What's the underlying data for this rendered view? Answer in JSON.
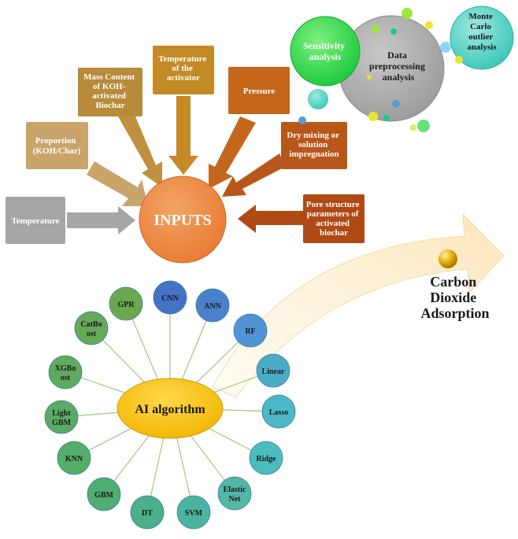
{
  "inputs": {
    "center_label": "INPUTS",
    "boxes": [
      {
        "id": "temperature",
        "lines": [
          "Temperature"
        ],
        "color": "#a6a6a6",
        "arrow_color": "#a6a6a6"
      },
      {
        "id": "proportion",
        "lines": [
          "Proportion",
          "(KOH/Char)"
        ],
        "color": "#c9a56b",
        "arrow_color": "#c9a56b"
      },
      {
        "id": "mass-content",
        "lines": [
          "Mass Content",
          "of KOH-",
          "activated",
          "Biochar"
        ],
        "color": "#b88a3a",
        "arrow_color": "#c09040"
      },
      {
        "id": "temperature-activator",
        "lines": [
          "Temperature",
          "of the",
          "activator"
        ],
        "color": "#c48a25",
        "arrow_color": "#c48a25"
      },
      {
        "id": "pressure",
        "lines": [
          "Pressure"
        ],
        "color": "#c4661c",
        "arrow_color": "#c4661c"
      },
      {
        "id": "dry-mixing",
        "lines": [
          "Dry mixing or",
          "solution",
          "impregnation"
        ],
        "color": "#b9561a",
        "arrow_color": "#b9561a"
      },
      {
        "id": "pore-structure",
        "lines": [
          "Pore structure",
          "parameters of",
          "activated",
          "biochar"
        ],
        "color": "#b04a14",
        "arrow_color": "#b04a14"
      }
    ]
  },
  "analysis": {
    "data_preprocessing": [
      "Data",
      "preprocessing",
      "analysis"
    ],
    "sensitivity": [
      "Sensitivity",
      "analysis"
    ],
    "monte_carlo": [
      "Monte",
      "Carlo",
      "outlier",
      "analysis"
    ]
  },
  "output": {
    "lines": [
      "Carbon",
      "Dioxide",
      "Adsorption"
    ]
  },
  "algorithms": {
    "center_label": "AI algorithm",
    "items": [
      {
        "name": "CNN",
        "color": "#4472c4"
      },
      {
        "name": "ANN",
        "color": "#4a80cc"
      },
      {
        "name": "RF",
        "color": "#4f94d4"
      },
      {
        "name": "Linear",
        "color": "#4bacc6"
      },
      {
        "name": "Lasso",
        "color": "#4bb8c8"
      },
      {
        "name": "Ridge",
        "color": "#4bbcc0"
      },
      {
        "name": "Elastic Net",
        "color": "#52b8a8"
      },
      {
        "name": "SVM",
        "color": "#4bb4a0"
      },
      {
        "name": "DT",
        "color": "#4baf8a"
      },
      {
        "name": "GBM",
        "color": "#4fae70"
      },
      {
        "name": "KNN",
        "color": "#55ad6a"
      },
      {
        "name": "Light GBM",
        "color": "#5aac64"
      },
      {
        "name": "XGBo ost",
        "color": "#5fab5e"
      },
      {
        "name": "CatBo ost",
        "color": "#66aa58"
      },
      {
        "name": "GPR",
        "color": "#6aa850"
      }
    ]
  }
}
